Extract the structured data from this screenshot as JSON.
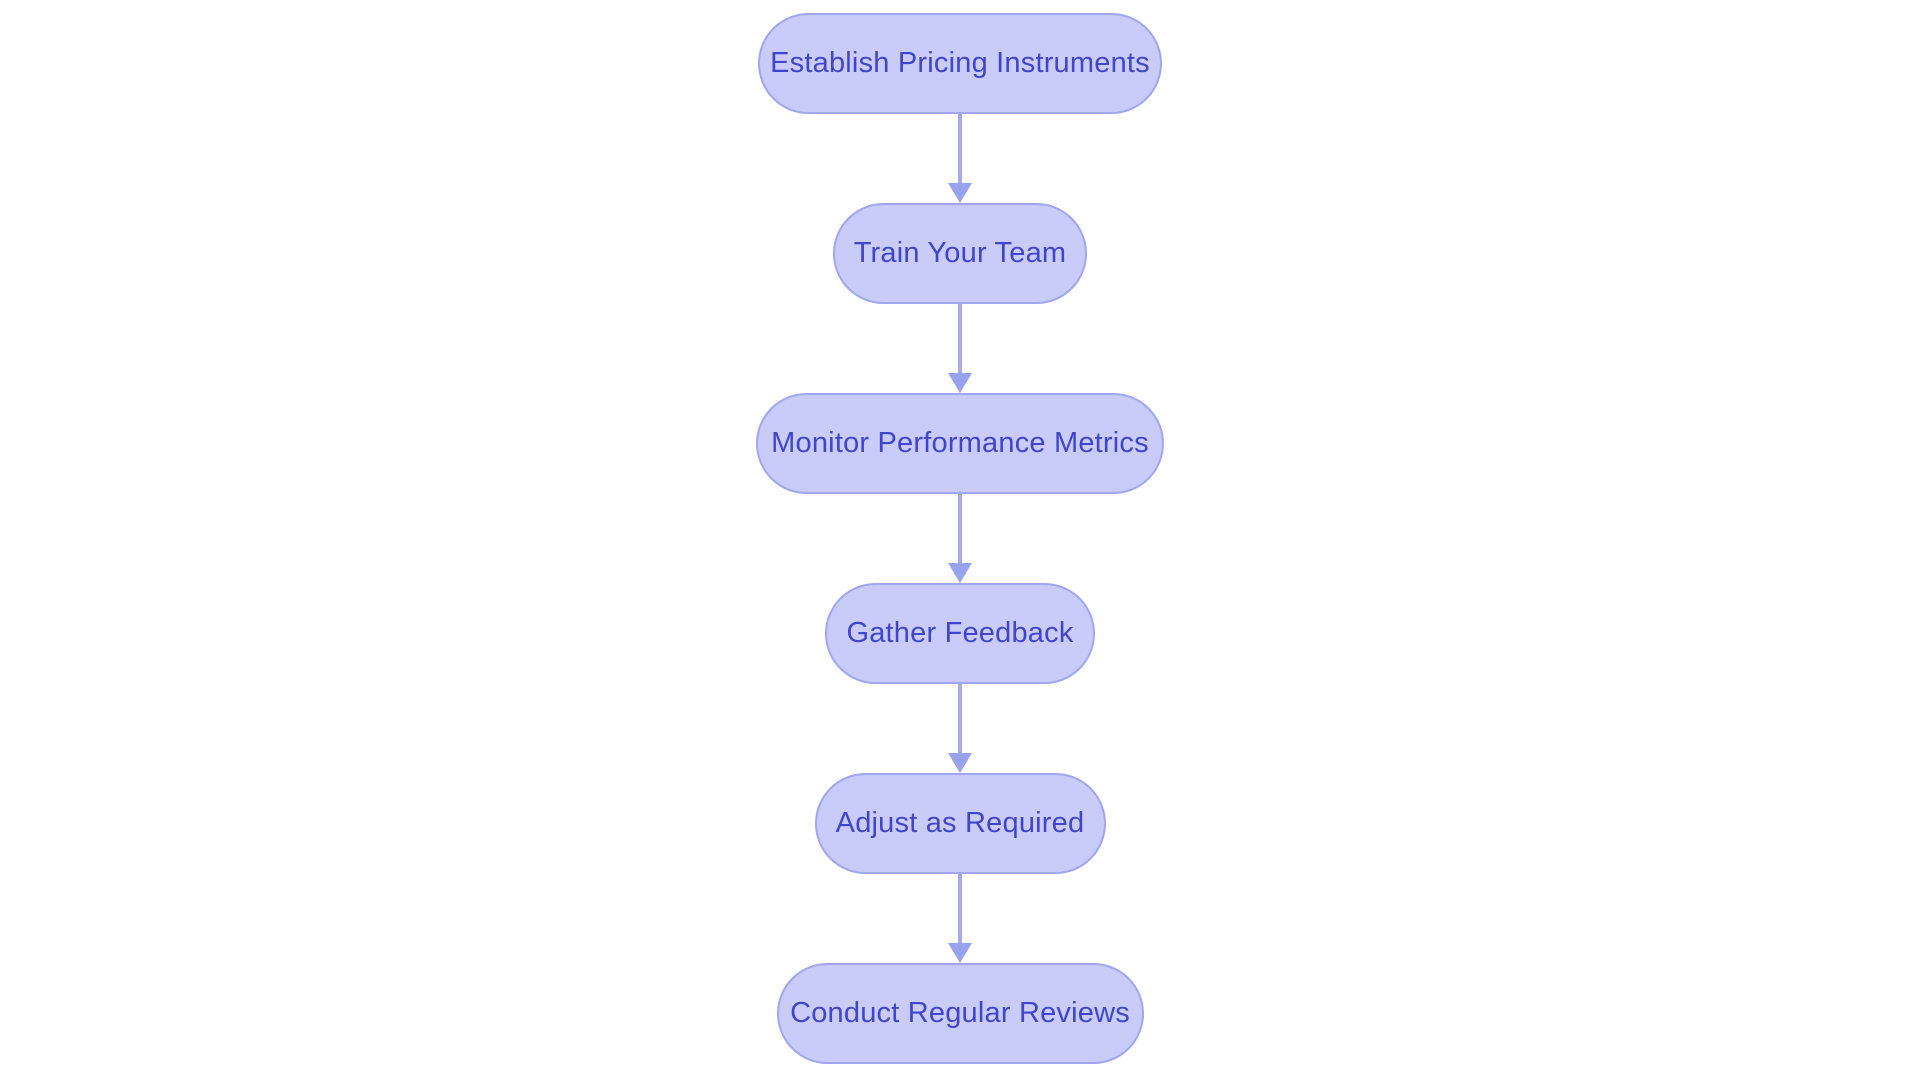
{
  "diagram": {
    "type": "flowchart",
    "direction": "top-down",
    "background_color": "#ffffff",
    "node_fill_color": "#c9cbf8",
    "node_border_color": "#a0a6f0",
    "node_text_color": "#4045cd",
    "arrow_color": "#9aa3ee",
    "nodes": [
      {
        "id": "1",
        "label": "Establish Pricing Instruments"
      },
      {
        "id": "2",
        "label": "Train Your Team"
      },
      {
        "id": "3",
        "label": "Monitor Performance Metrics"
      },
      {
        "id": "4",
        "label": "Gather Feedback"
      },
      {
        "id": "5",
        "label": "Adjust as Required"
      },
      {
        "id": "6",
        "label": "Conduct Regular Reviews"
      }
    ],
    "edges": [
      {
        "from": "1",
        "to": "2"
      },
      {
        "from": "2",
        "to": "3"
      },
      {
        "from": "3",
        "to": "4"
      },
      {
        "from": "4",
        "to": "5"
      },
      {
        "from": "5",
        "to": "6"
      }
    ]
  }
}
